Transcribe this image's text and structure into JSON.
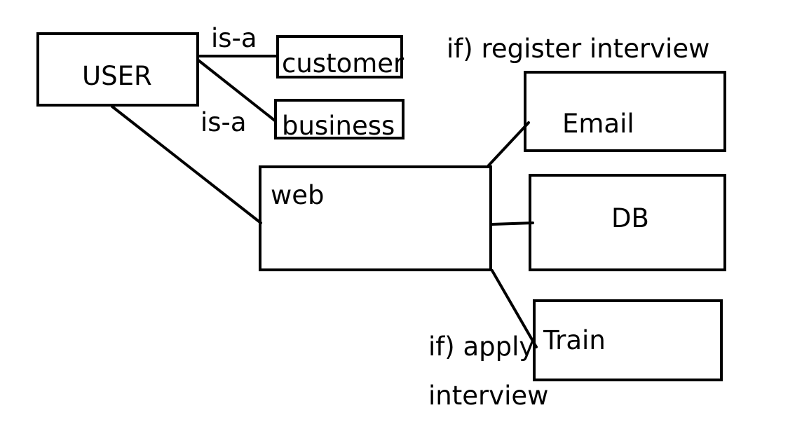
{
  "diagram": {
    "nodes": {
      "user": "USER",
      "customer": "customer",
      "business": "business",
      "web": "web",
      "email": "Email",
      "db": "DB",
      "train": "Train"
    },
    "edge_labels": {
      "is_a_customer": "is-a",
      "is_a_business": "is-a",
      "if_register": "if) register interview",
      "if_apply": "if) apply",
      "interview": "interview"
    },
    "colors": {
      "stroke": "#000000",
      "background": "#ffffff"
    }
  }
}
